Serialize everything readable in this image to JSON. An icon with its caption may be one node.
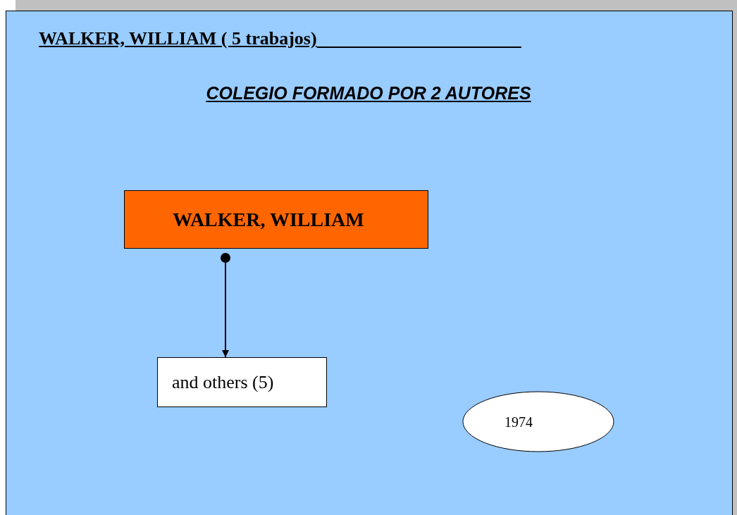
{
  "diagram": {
    "title": "WALKER, WILLIAM ( 5 trabajos)",
    "nodes": [
      {
        "text": [
          "WALKER, WILLIAM"
        ]
      },
      {
        "text": [
          "and others (5)"
        ]
      },
      {
        "text": [
          "1974"
        ]
      }
    ],
    "edges": [
      {
        "from": 0,
        "to": 1,
        "arrow": "to"
      }
    ],
    "labels": [
      "COLEGIO FORMADO POR 2 AUTORES"
    ]
  }
}
